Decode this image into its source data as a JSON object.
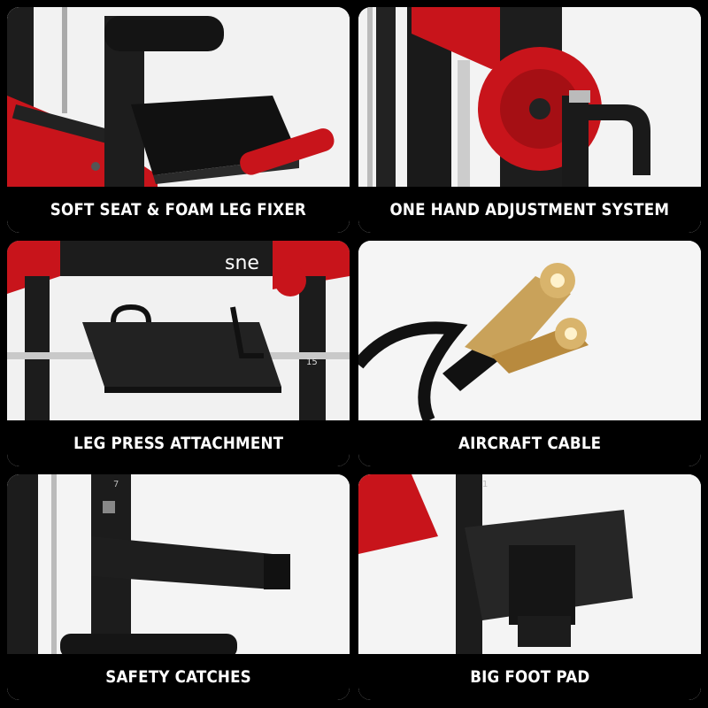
{
  "colors": {
    "frame_red": "#c8141b",
    "steel_black": "#1c1c1c",
    "caption_bg": "#000000",
    "caption_text": "#ffffff",
    "tile_bg": "#f4f4f4"
  },
  "tiles": [
    {
      "caption": "SOFT SEAT & FOAM LEG FIXER",
      "image": "seat-with-foam-leg-roller"
    },
    {
      "caption": "ONE HAND ADJUSTMENT SYSTEM",
      "image": "pulley-and-adjustment-handle"
    },
    {
      "caption": "LEG PRESS ATTACHMENT",
      "image": "leg-press-plate-on-bar"
    },
    {
      "caption": "AIRCRAFT CABLE",
      "image": "steel-cable-cross-section"
    },
    {
      "caption": "SAFETY CATCHES",
      "image": "safety-catch-arm"
    },
    {
      "caption": "BIG FOOT PAD",
      "image": "diamond-plate-foot-pad"
    }
  ],
  "brand_fragment": "sne",
  "hole_numbers": [
    "15",
    "7",
    "1"
  ]
}
